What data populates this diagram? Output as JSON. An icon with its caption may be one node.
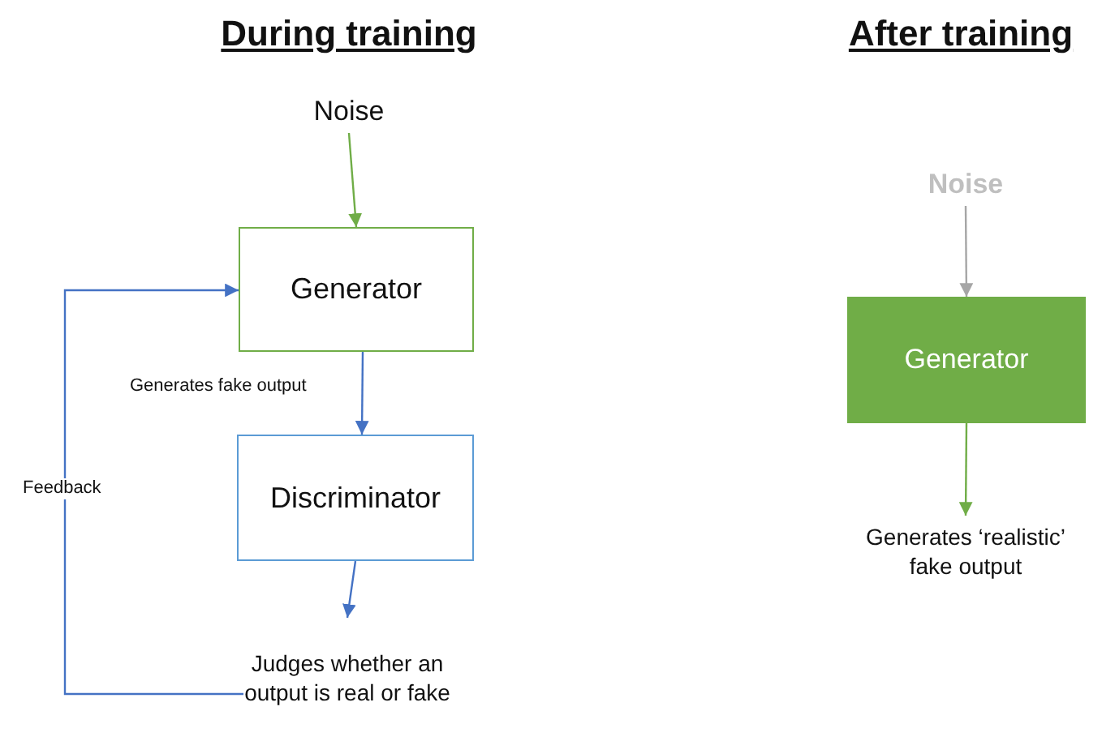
{
  "diagram": {
    "nodes": [
      {
        "text": [
          "Noise"
        ]
      },
      {
        "text": [
          "Generator"
        ]
      },
      {
        "text": [
          "Discriminator"
        ]
      },
      {
        "text": [
          "Judges whether an output is real or fake"
        ]
      },
      {
        "text": [
          "Noise"
        ]
      },
      {
        "text": [
          "Generator"
        ]
      },
      {
        "text": [
          "Generates ‘realistic’ fake output"
        ]
      }
    ],
    "edges": [
      {
        "from": 0,
        "to": 1,
        "arrow": "to",
        "color": "#70ad47"
      },
      {
        "from": 1,
        "to": 2,
        "arrow": "to",
        "label": "Generates fake output"
      },
      {
        "from": 2,
        "to": 3,
        "arrow": "to"
      },
      {
        "from": 3,
        "to": 1,
        "arrow": "to",
        "label": "Feedback"
      },
      {
        "from": 4,
        "to": 5,
        "arrow": "to",
        "color": "#a6a6a6"
      },
      {
        "from": 5,
        "to": 6,
        "arrow": "to",
        "color": "#70ad47"
      }
    ],
    "labels": [
      "During training",
      "After training"
    ]
  }
}
